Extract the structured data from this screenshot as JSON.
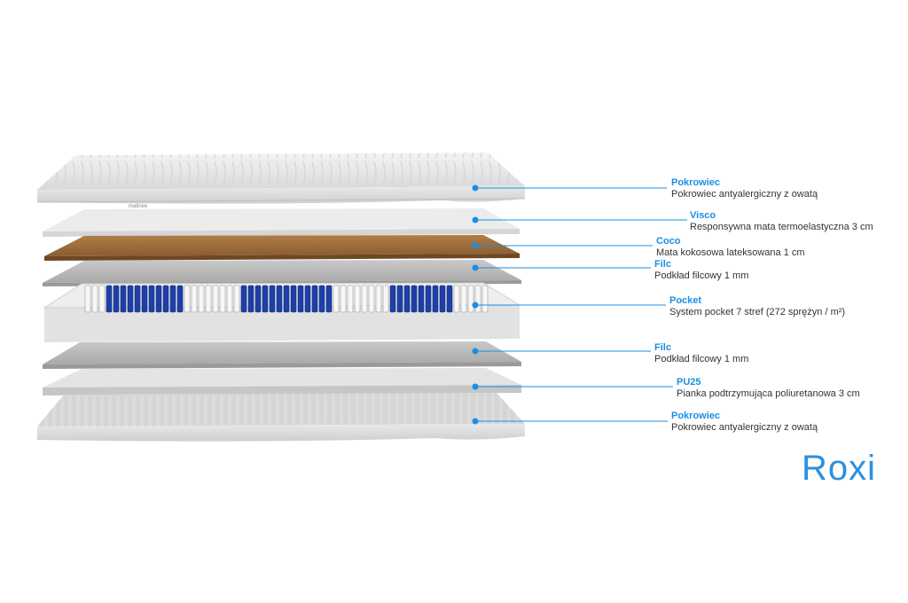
{
  "product_name": "Roxi",
  "brand_tag": "matinee",
  "colors": {
    "accent": "#1a8fe3",
    "text": "#333333",
    "coco": "#9c6e3e",
    "spring": "#1e3fa8",
    "felt": "#bdbdbd"
  },
  "layers": [
    {
      "title": "Pokrowiec",
      "desc": "Pokrowiec antyalergiczny z owatą"
    },
    {
      "title": "Visco",
      "desc": "Responsywna mata termoelastyczna 3 cm"
    },
    {
      "title": "Coco",
      "desc": "Mata kokosowa lateksowana 1 cm"
    },
    {
      "title": "Filc",
      "desc": "Podkład filcowy 1 mm"
    },
    {
      "title": "Pocket",
      "desc": "System pocket 7 stref (272 sprężyn / m²)"
    },
    {
      "title": "Filc",
      "desc": "Podkład filcowy 1 mm"
    },
    {
      "title": "PU25",
      "desc": "Pianka podtrzymująca poliuretanowa 3 cm"
    },
    {
      "title": "Pokrowiec",
      "desc": "Pokrowiec antyalergiczny z owatą"
    }
  ]
}
